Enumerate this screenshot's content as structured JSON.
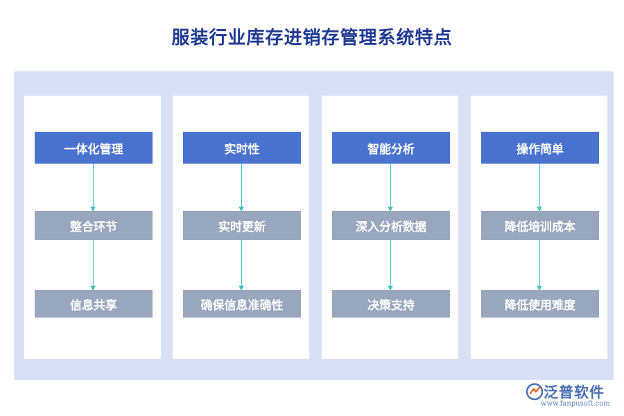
{
  "title": "服装行业库存进销存管理系统特点",
  "columns": [
    {
      "head": "一体化管理",
      "mid": "整合环节",
      "bot": "信息共享"
    },
    {
      "head": "实时性",
      "mid": "实时更新",
      "bot": "确保信息准确性"
    },
    {
      "head": "智能分析",
      "mid": "深入分析数据",
      "bot": "决策支持"
    },
    {
      "head": "操作简单",
      "mid": "降低培训成本",
      "bot": "降低使用难度"
    }
  ],
  "logo": {
    "name": "泛普软件",
    "url": "www.fanpusoft.com"
  },
  "colors": {
    "title": "#1f3a93",
    "panel_bg": "#d8e1f4",
    "head_box": "#4a73cf",
    "sub_box": "#98a7bd",
    "arrow": "#3ec3c3"
  }
}
